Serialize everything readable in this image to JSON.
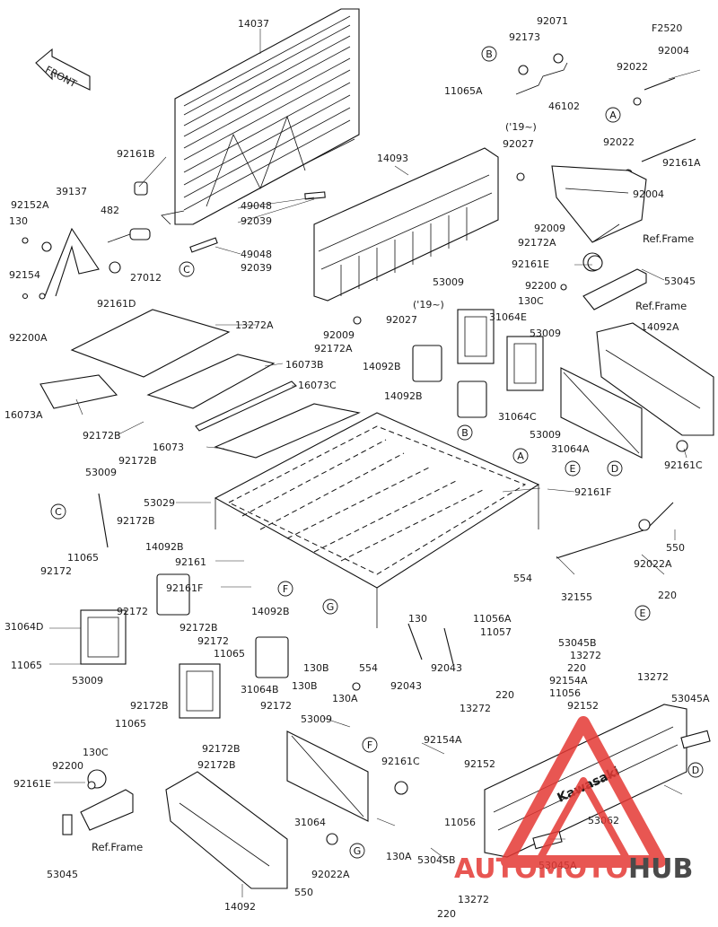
{
  "diagram_code": "F2520",
  "front_label": "FRONT",
  "watermark": {
    "brand_part1": "AUTOMOTO",
    "brand_part2": "HUB",
    "accent_color": "#e53935",
    "dark_color": "#2b2b2b"
  },
  "circle_labels": {
    "a": "A",
    "b": "B",
    "c": "C",
    "d": "D",
    "e": "E",
    "f": "F",
    "g": "G"
  },
  "ref_frame": "Ref.Frame",
  "year_note": "('19~)",
  "parts": {
    "p14037": "14037",
    "p92071": "92071",
    "p92173": "92173",
    "p11065A": "11065A",
    "p46102": "46102",
    "p92004": "92004",
    "p92022": "92022",
    "p92161A": "92161A",
    "p92161B": "92161B",
    "p39137": "39137",
    "p92152A": "92152A",
    "p130": "130",
    "p482": "482",
    "p27012": "27012",
    "p92154": "92154",
    "p92161D": "92161D",
    "p92200A": "92200A",
    "p49048": "49048",
    "p92039": "92039",
    "p14093": "14093",
    "p92027": "92027",
    "p92009": "92009",
    "p92172A": "92172A",
    "p92161E": "92161E",
    "p53045": "53045",
    "p92200": "92200",
    "p130C": "130C",
    "p13272A": "13272A",
    "p16073B": "16073B",
    "p16073C": "16073C",
    "p16073A": "16073A",
    "p92172B": "92172B",
    "p16073": "16073",
    "p53009": "53009",
    "p31064E": "31064E",
    "p14092B": "14092B",
    "p31064C": "31064C",
    "p14092A": "14092A",
    "p31064A": "31064A",
    "p92161C": "92161C",
    "p53029": "53029",
    "p92161F": "92161F",
    "p92161": "92161",
    "p11065": "11065",
    "p92172": "92172",
    "p31064D": "31064D",
    "p554": "554",
    "p11056A": "11056A",
    "p11057": "11057",
    "p550": "550",
    "p92022A": "92022A",
    "p32155": "32155",
    "p130B": "130B",
    "p92043": "92043",
    "p31064B": "31064B",
    "p130A": "130A",
    "p220": "220",
    "p53045B": "53045B",
    "p13272": "13272",
    "p92154A": "92154A",
    "p11056": "11056",
    "p92152": "92152",
    "p53045A": "53045A",
    "p53062": "53062",
    "p31064": "31064",
    "p14092": "14092",
    "p92161C2": "92161C"
  }
}
